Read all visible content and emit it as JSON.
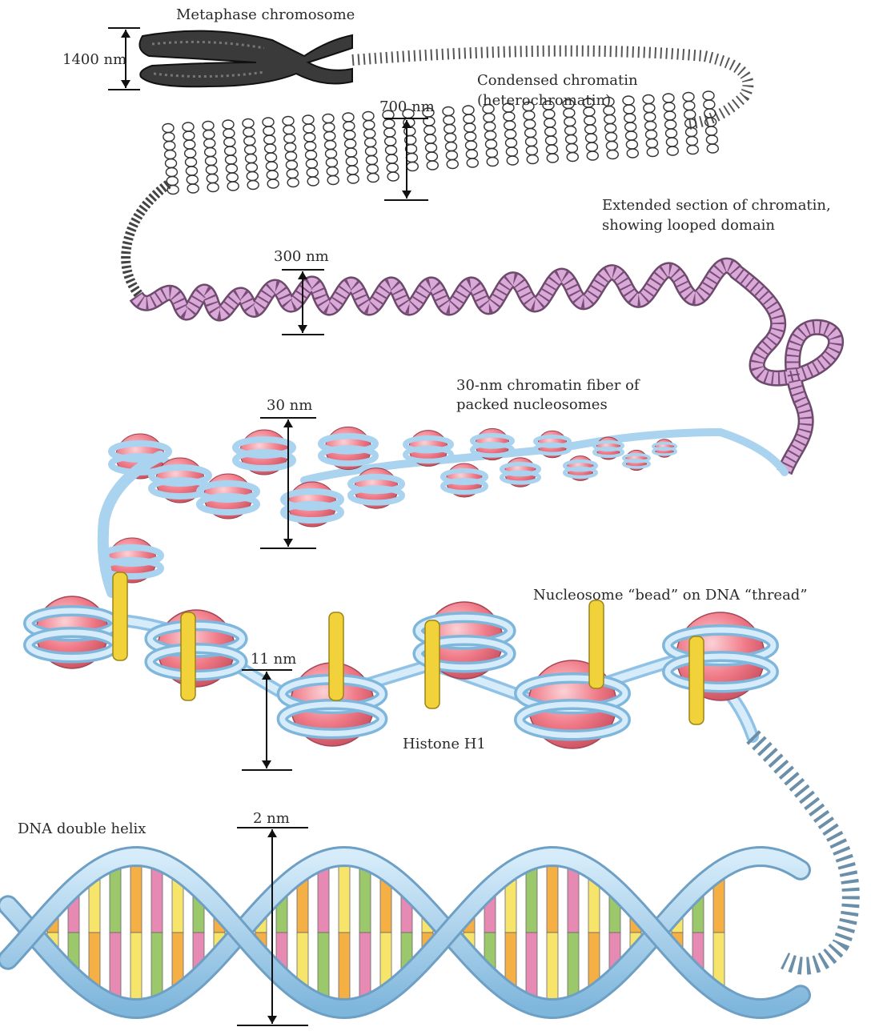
{
  "stages": [
    {
      "id": "metaphase",
      "label_lines": [
        "Metaphase chromosome"
      ],
      "scale": "1400 nm"
    },
    {
      "id": "condensed",
      "label_lines": [
        "Condensed chromatin",
        "(heterochromatin)"
      ],
      "scale": "700 nm"
    },
    {
      "id": "extended",
      "label_lines": [
        "Extended section of chromatin,",
        "showing looped domain"
      ],
      "scale": "300 nm"
    },
    {
      "id": "fiber30",
      "label_lines": [
        "30-nm chromatin fiber of",
        "packed nucleosomes"
      ],
      "scale": "30 nm"
    },
    {
      "id": "nucleosome",
      "label_lines": [
        "Nucleosome “bead” on DNA “thread”"
      ],
      "scale": "11 nm"
    },
    {
      "id": "dna",
      "label_lines": [
        "DNA double helix"
      ],
      "scale": "2 nm"
    }
  ],
  "histone_label": "Histone H1",
  "colors": {
    "chromosome": "#2b2b2b",
    "fiber_pink": "#c98bc8",
    "nucleosome_core": "#f07a88",
    "dna_ribbon": "#a9d3ee",
    "histone_h1": "#f2d23a",
    "base_green": "#9bc86a",
    "base_orange": "#f5b045",
    "base_pink": "#e68ab4",
    "base_yellow": "#f7e46a"
  }
}
